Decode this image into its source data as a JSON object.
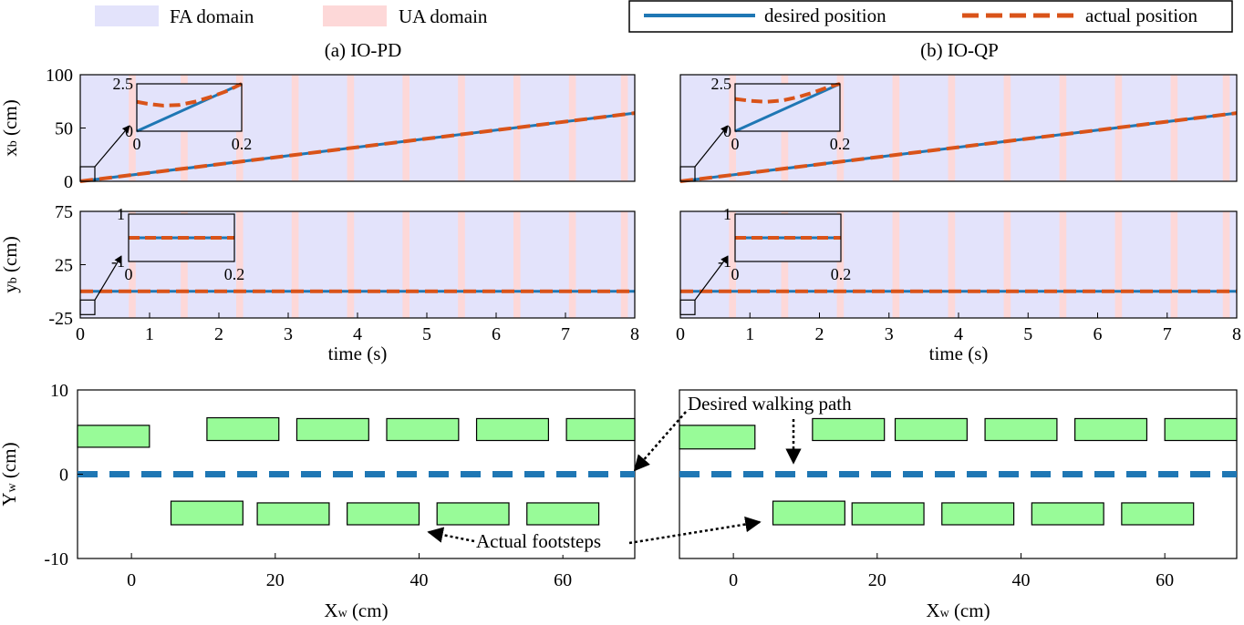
{
  "legend": {
    "fa_label": "FA domain",
    "ua_label": "UA domain",
    "desired_label": "desired position",
    "actual_label": "actual position"
  },
  "colors": {
    "fa_domain": "#e3e3fb",
    "ua_domain": "#fdd8d8",
    "desired": "#1f77b4",
    "actual": "#d95319",
    "footstep_fill": "#98fb98",
    "footstep_edge": "#000000"
  },
  "panels": {
    "a_title": "(a) IO-PD",
    "b_title": "(b) IO-QP"
  },
  "annotations": {
    "path_label": "Desired walking path",
    "steps_label": "Actual footsteps"
  },
  "chart_data": [
    {
      "type": "line",
      "panel": "a-top",
      "ylabel": "xb (cm)",
      "xlim": [
        0,
        8
      ],
      "ylim": [
        0,
        100
      ],
      "yticks": [
        0,
        50,
        100
      ],
      "xticks": [],
      "ua_intervals": [
        [
          0.7,
          0.8
        ],
        [
          1.45,
          1.55
        ],
        [
          2.25,
          2.35
        ],
        [
          3.05,
          3.15
        ],
        [
          3.85,
          3.95
        ],
        [
          4.65,
          4.75
        ],
        [
          5.45,
          5.55
        ],
        [
          6.25,
          6.35
        ],
        [
          7.05,
          7.15
        ],
        [
          7.8,
          7.9
        ]
      ],
      "series": [
        {
          "name": "desired position",
          "x": [
            0,
            8
          ],
          "y": [
            0,
            64
          ]
        },
        {
          "name": "actual position",
          "x": [
            0,
            8
          ],
          "y": [
            0,
            64
          ]
        }
      ],
      "inset": {
        "xlim": [
          0,
          0.2
        ],
        "ylim": [
          0,
          2.5
        ],
        "xticks": [
          0,
          0.2
        ],
        "yticks": [
          0,
          2.5
        ],
        "desired": {
          "x": [
            0,
            0.2
          ],
          "y": [
            0,
            2.5
          ]
        },
        "actual": {
          "x": [
            0,
            0.02,
            0.05,
            0.08,
            0.11,
            0.14,
            0.17,
            0.2
          ],
          "y": [
            1.55,
            1.45,
            1.35,
            1.38,
            1.55,
            1.8,
            2.1,
            2.5
          ]
        }
      }
    },
    {
      "type": "line",
      "panel": "a-bottom",
      "ylabel": "yb (cm)",
      "xlabel": "time (s)",
      "xlim": [
        0,
        8
      ],
      "ylim": [
        -25,
        75
      ],
      "yticks": [
        -25,
        25,
        75
      ],
      "xticks": [
        0,
        1,
        2,
        3,
        4,
        5,
        6,
        7,
        8
      ],
      "ua_intervals": [
        [
          0.7,
          0.8
        ],
        [
          1.45,
          1.55
        ],
        [
          2.25,
          2.35
        ],
        [
          3.05,
          3.15
        ],
        [
          3.85,
          3.95
        ],
        [
          4.65,
          4.75
        ],
        [
          5.45,
          5.55
        ],
        [
          6.25,
          6.35
        ],
        [
          7.05,
          7.15
        ],
        [
          7.8,
          7.9
        ]
      ],
      "series": [
        {
          "name": "desired position",
          "x": [
            0,
            8
          ],
          "y": [
            0,
            0
          ]
        },
        {
          "name": "actual position",
          "x": [
            0,
            8
          ],
          "y": [
            0,
            0
          ]
        }
      ],
      "inset": {
        "xlim": [
          0,
          0.2
        ],
        "ylim": [
          -1,
          1
        ],
        "xticks": [
          0,
          0.2
        ],
        "yticks": [
          -1,
          1
        ],
        "desired": {
          "x": [
            0,
            0.2
          ],
          "y": [
            0,
            0
          ]
        },
        "actual": {
          "x": [
            0,
            0.2
          ],
          "y": [
            0,
            0
          ]
        }
      }
    },
    {
      "type": "line",
      "panel": "b-top",
      "ylabel": "",
      "xlim": [
        0,
        8
      ],
      "ylim": [
        0,
        100
      ],
      "yticks": [],
      "xticks": [],
      "ua_intervals": [
        [
          0.7,
          0.8
        ],
        [
          1.45,
          1.55
        ],
        [
          2.25,
          2.35
        ],
        [
          3.05,
          3.15
        ],
        [
          3.85,
          3.95
        ],
        [
          4.65,
          4.75
        ],
        [
          5.45,
          5.55
        ],
        [
          6.25,
          6.35
        ],
        [
          7.05,
          7.15
        ],
        [
          7.8,
          7.9
        ]
      ],
      "series": [
        {
          "name": "desired position",
          "x": [
            0,
            8
          ],
          "y": [
            0,
            64
          ]
        },
        {
          "name": "actual position",
          "x": [
            0,
            8
          ],
          "y": [
            0,
            64
          ]
        }
      ],
      "inset": {
        "xlim": [
          0,
          0.2
        ],
        "ylim": [
          0,
          2.5
        ],
        "xticks": [
          0,
          0.2
        ],
        "yticks": [
          0,
          2.5
        ],
        "desired": {
          "x": [
            0,
            0.2
          ],
          "y": [
            0,
            2.5
          ]
        },
        "actual": {
          "x": [
            0,
            0.03,
            0.06,
            0.09,
            0.12,
            0.15,
            0.18,
            0.2
          ],
          "y": [
            1.7,
            1.6,
            1.55,
            1.62,
            1.8,
            2.05,
            2.35,
            2.5
          ]
        }
      }
    },
    {
      "type": "line",
      "panel": "b-bottom",
      "ylabel": "",
      "xlabel": "time (s)",
      "xlim": [
        0,
        8
      ],
      "ylim": [
        -25,
        75
      ],
      "yticks": [],
      "xticks": [
        0,
        1,
        2,
        3,
        4,
        5,
        6,
        7,
        8
      ],
      "ua_intervals": [
        [
          0.7,
          0.8
        ],
        [
          1.45,
          1.55
        ],
        [
          2.25,
          2.35
        ],
        [
          3.05,
          3.15
        ],
        [
          3.85,
          3.95
        ],
        [
          4.65,
          4.75
        ],
        [
          5.45,
          5.55
        ],
        [
          6.25,
          6.35
        ],
        [
          7.05,
          7.15
        ],
        [
          7.8,
          7.9
        ]
      ],
      "series": [
        {
          "name": "desired position",
          "x": [
            0,
            8
          ],
          "y": [
            0,
            0
          ]
        },
        {
          "name": "actual position",
          "x": [
            0,
            8
          ],
          "y": [
            0,
            0
          ]
        }
      ],
      "inset": {
        "xlim": [
          0,
          0.2
        ],
        "ylim": [
          -1,
          1
        ],
        "xticks": [
          0,
          0.2
        ],
        "yticks": [
          -1,
          1
        ],
        "desired": {
          "x": [
            0,
            0.2
          ],
          "y": [
            0,
            0
          ]
        },
        "actual": {
          "x": [
            0,
            0.2
          ],
          "y": [
            0,
            0
          ]
        }
      }
    },
    {
      "type": "scatter",
      "panel": "a-footsteps",
      "ylabel": "Yw (cm)",
      "xlabel": "Xw (cm)",
      "xlim": [
        -7.5,
        70
      ],
      "ylim": [
        -10,
        10
      ],
      "yticks": [
        -10,
        0,
        10
      ],
      "xticks": [
        0,
        20,
        40,
        60
      ],
      "desired_path_y": 0,
      "footsteps": [
        {
          "x0": -7.5,
          "x1": 2.5,
          "y0": 3.2,
          "y1": 5.8
        },
        {
          "x0": 10.5,
          "x1": 20.5,
          "y0": 4.0,
          "y1": 6.7
        },
        {
          "x0": 23,
          "x1": 33,
          "y0": 4.0,
          "y1": 6.6
        },
        {
          "x0": 35.5,
          "x1": 45.5,
          "y0": 4.0,
          "y1": 6.6
        },
        {
          "x0": 48,
          "x1": 58,
          "y0": 4.0,
          "y1": 6.6
        },
        {
          "x0": 60.5,
          "x1": 70,
          "y0": 4.0,
          "y1": 6.6
        },
        {
          "x0": 5.5,
          "x1": 15.5,
          "y0": -6.0,
          "y1": -3.2
        },
        {
          "x0": 17.5,
          "x1": 27.5,
          "y0": -6.0,
          "y1": -3.4
        },
        {
          "x0": 30,
          "x1": 40,
          "y0": -6.0,
          "y1": -3.4
        },
        {
          "x0": 42.5,
          "x1": 52.5,
          "y0": -6.0,
          "y1": -3.4
        },
        {
          "x0": 55,
          "x1": 65,
          "y0": -6.0,
          "y1": -3.4
        }
      ]
    },
    {
      "type": "scatter",
      "panel": "b-footsteps",
      "ylabel": "",
      "xlabel": "Xw (cm)",
      "xlim": [
        -7.5,
        70
      ],
      "ylim": [
        -10,
        10
      ],
      "yticks": [],
      "xticks": [
        0,
        20,
        40,
        60
      ],
      "desired_path_y": 0,
      "footsteps": [
        {
          "x0": -7.5,
          "x1": 3,
          "y0": 3.0,
          "y1": 5.8
        },
        {
          "x0": 11,
          "x1": 21,
          "y0": 4.0,
          "y1": 6.6
        },
        {
          "x0": 22.5,
          "x1": 32.5,
          "y0": 4.0,
          "y1": 6.6
        },
        {
          "x0": 35,
          "x1": 45,
          "y0": 4.0,
          "y1": 6.6
        },
        {
          "x0": 47.5,
          "x1": 57.5,
          "y0": 4.0,
          "y1": 6.6
        },
        {
          "x0": 60,
          "x1": 70,
          "y0": 4.0,
          "y1": 6.6
        },
        {
          "x0": 5.5,
          "x1": 15.5,
          "y0": -6.0,
          "y1": -3.2
        },
        {
          "x0": 16.5,
          "x1": 26.5,
          "y0": -6.0,
          "y1": -3.4
        },
        {
          "x0": 29,
          "x1": 39,
          "y0": -6.0,
          "y1": -3.4
        },
        {
          "x0": 41.5,
          "x1": 51.5,
          "y0": -6.0,
          "y1": -3.4
        },
        {
          "x0": 54,
          "x1": 64,
          "y0": -6.0,
          "y1": -3.4
        }
      ]
    }
  ]
}
